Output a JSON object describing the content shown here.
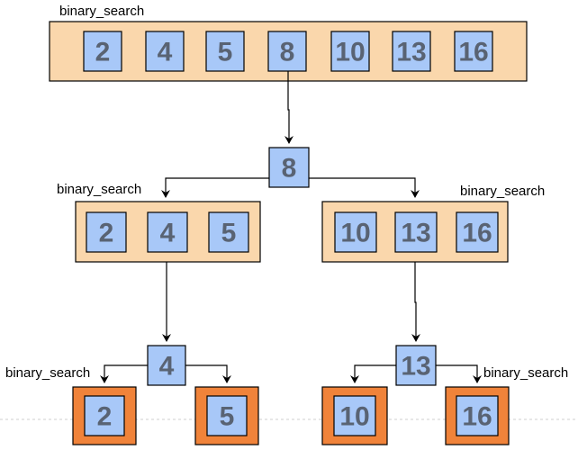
{
  "labels": {
    "root": "binary_search",
    "left_mid": "binary_search",
    "right_mid": "binary_search",
    "left_low": "binary_search",
    "right_low": "binary_search"
  },
  "arrays": {
    "root": [
      "2",
      "4",
      "5",
      "8",
      "10",
      "13",
      "16"
    ],
    "left_mid": [
      "2",
      "4",
      "5"
    ],
    "right_mid": [
      "10",
      "13",
      "16"
    ],
    "leaf_1": [
      "2"
    ],
    "leaf_2": [
      "5"
    ],
    "leaf_3": [
      "10"
    ],
    "leaf_4": [
      "16"
    ]
  },
  "pivots": {
    "root": "8",
    "left": "4",
    "right": "13"
  },
  "colors": {
    "array_frame": "#fad7ac",
    "leaf_frame": "#f0833a",
    "cell_fill": "#a8c8f8",
    "number_text": "#596373",
    "edge": "#000000"
  }
}
